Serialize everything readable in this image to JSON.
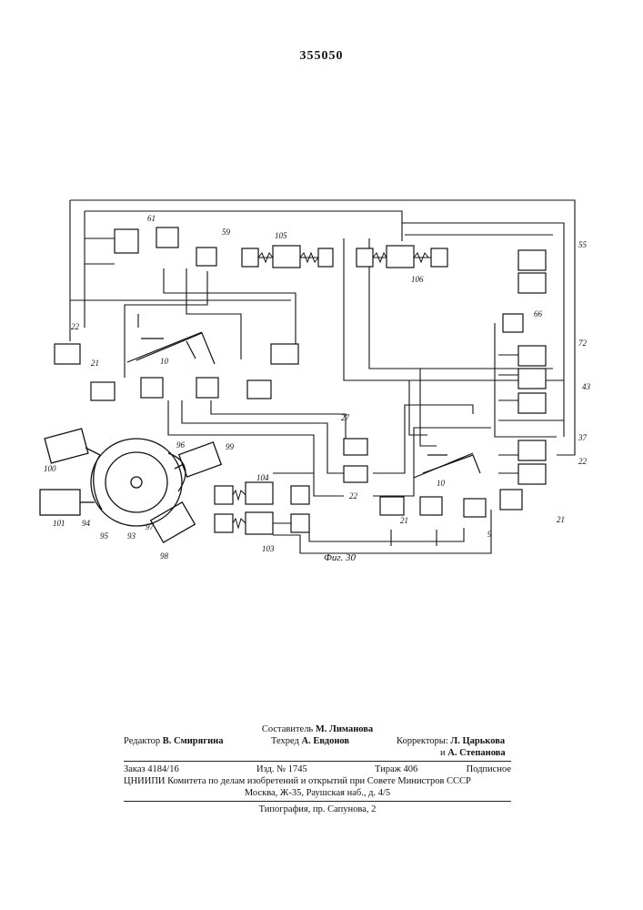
{
  "page_number": "355050",
  "figure": {
    "caption": "Фиг. 30",
    "labels": {
      "l61": "61",
      "l59": "59",
      "l105": "105",
      "l106": "106",
      "l55": "55",
      "l66": "66",
      "l72": "72",
      "l43": "43",
      "l22a": "22",
      "l21a": "21",
      "l10a": "10",
      "l27": "27",
      "l22b": "22",
      "l21b": "21",
      "l10b": "10",
      "l37": "37",
      "l22c": "22",
      "l21c": "21",
      "l9": "9",
      "l96": "96",
      "l99": "99",
      "l100": "100",
      "l101": "101",
      "l94": "94",
      "l95": "95",
      "l93": "93",
      "l97": "97",
      "l98": "98",
      "l104": "104",
      "l103": "103"
    }
  },
  "imprint": {
    "compiler_label": "Составитель",
    "compiler_name": "М. Лиманова",
    "editor_label": "Редактор",
    "editor_name": "В. Смирягина",
    "techred_label": "Техред",
    "techred_name": "А. Евдонов",
    "correctors_label": "Корректоры:",
    "corrector_1": "Л. Царькова",
    "corrector_and": "и",
    "corrector_2": "А. Степанова",
    "order": "Заказ 4184/16",
    "issue": "Изд. № 1745",
    "circulation": "Тираж 406",
    "subscription": "Подписное",
    "institute": "ЦНИИПИ Комитета по делам изобретений и открытий при Совете Министров СССР",
    "address": "Москва, Ж-35, Раушская наб., д. 4/5",
    "printer": "Типография, пр. Сапунова, 2"
  }
}
